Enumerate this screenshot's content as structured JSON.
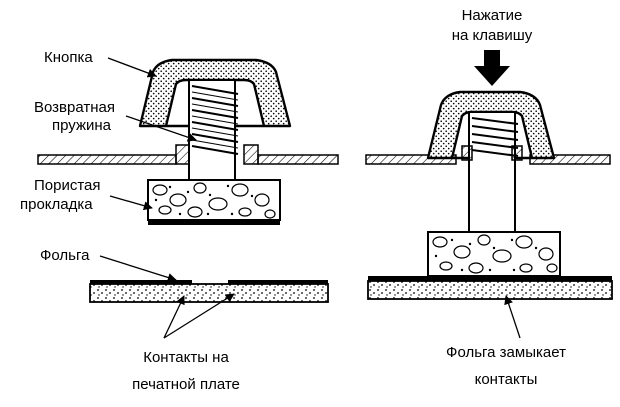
{
  "left_state": {
    "labels": {
      "button": "Кнопка",
      "spring_line1": "Возвратная",
      "spring_line2": "пружина",
      "pad_line1": "Пористая",
      "pad_line2": "прокладка",
      "foil": "Фольга",
      "contacts_line1": "Контакты на",
      "contacts_line2": "печатной плате"
    }
  },
  "right_state": {
    "labels": {
      "press_line1": "Нажатие",
      "press_line2": "на клавишу",
      "result_line1": "Фольга замыкает",
      "result_line2": "контакты"
    }
  },
  "colors": {
    "ink": "#000000",
    "background": "#ffffff"
  }
}
